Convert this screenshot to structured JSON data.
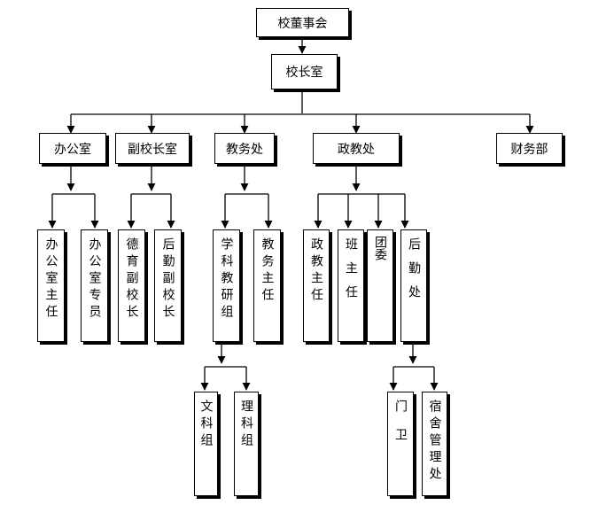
{
  "nodes": {
    "board": "校董事会",
    "principal_office": "校长室",
    "admin_office": "办公室",
    "vice_principal_office": "副校长室",
    "academic_affairs": "教务处",
    "political_education": "政教处",
    "finance": "财务部",
    "office_director": "办公室主任",
    "office_specialist": "办公室专员",
    "moral_vice_principal": "德育副校长",
    "logistics_vice_principal": "后勤副校长",
    "subject_research_group": "学科教研组",
    "academic_director": "教务主任",
    "political_director": "政教主任",
    "class_teacher": "班主任",
    "youth_league": "团委",
    "logistics": "后勤处",
    "liberal_arts_group": "文科组",
    "science_group": "理科组",
    "gate_guard": "门卫",
    "dorm_management": "宿舍管理处"
  }
}
